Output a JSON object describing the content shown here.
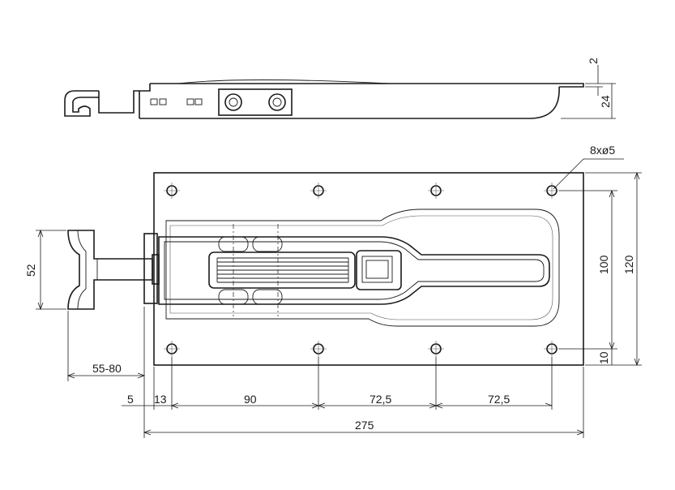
{
  "labels": {
    "holes": "8xø5",
    "thickness": "2",
    "height": "24",
    "hole_spacing_v": "100",
    "width": "120",
    "hole_edge_v": "10",
    "handle_width": "52",
    "handle_offset": "55-80",
    "offset_5": "5",
    "offset_13": "13",
    "spacing_90": "90",
    "spacing_72_5_a": "72,5",
    "spacing_72_5_b": "72,5",
    "length": "275"
  }
}
